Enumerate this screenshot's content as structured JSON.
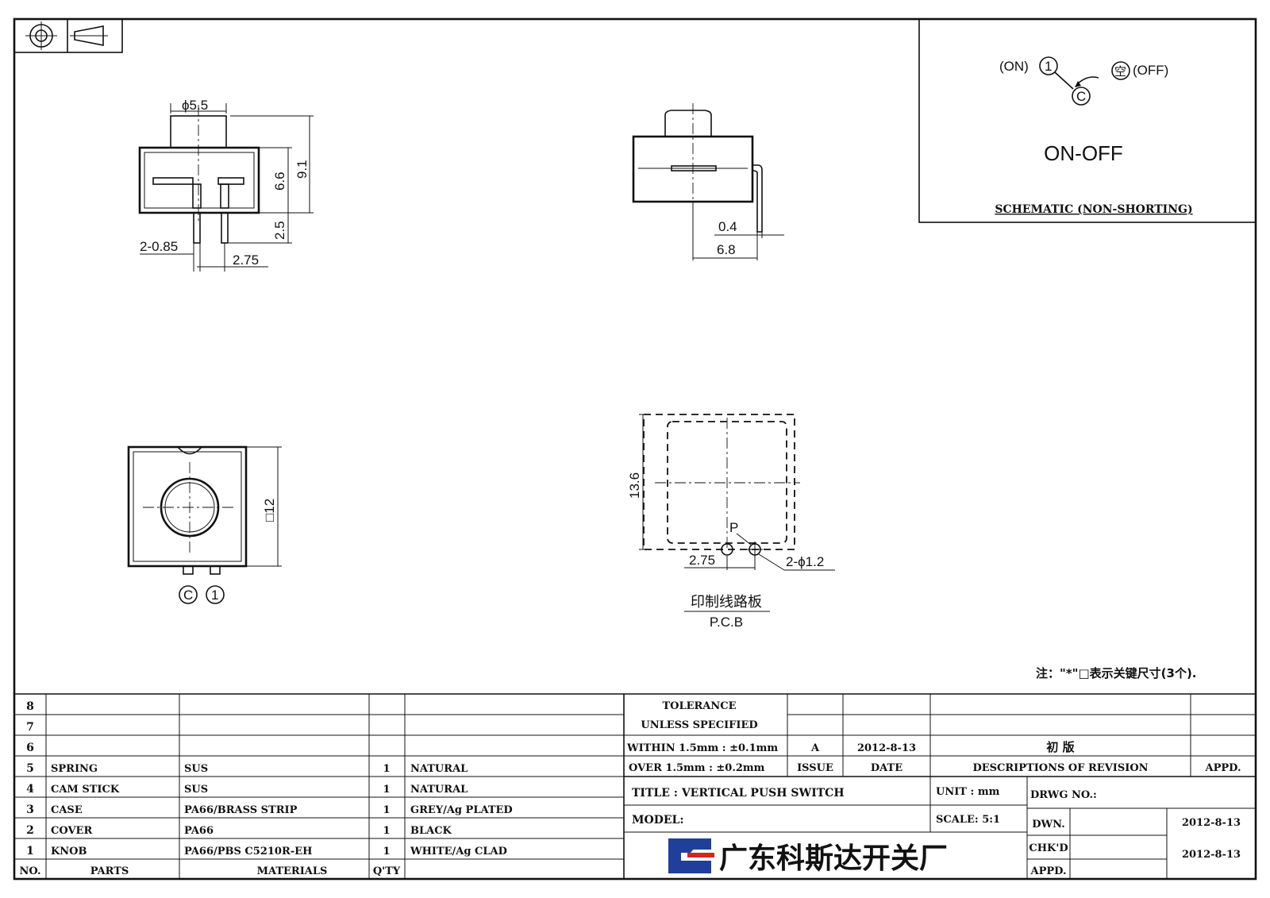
{
  "schematic": {
    "on_label": "(ON)",
    "off_label": "(OFF)",
    "terminal_1": "1",
    "terminal_c": "C",
    "terminal_empty": "空",
    "function": "ON-OFF",
    "caption": "SCHEMATIC (NON-SHORTING)"
  },
  "front_view": {
    "dim_knob": "ϕ5.5",
    "dim_body": "6.6",
    "dim_total": "9.1",
    "dim_pin": "2.5",
    "dim_pin_width": "2-0.85",
    "dim_pitch": "2.75"
  },
  "side_view": {
    "dim_lead": "0.4",
    "dim_depth": "6.8"
  },
  "top_view": {
    "dim_square": "□12",
    "terminal_c": "C",
    "terminal_1": "1"
  },
  "pcb_view": {
    "dim_size": "13.6",
    "dim_pitch": "2.75",
    "dim_hole": "2-ϕ1.2",
    "point": "P",
    "label_cn": "印制线路板",
    "label_en": "P.C.B"
  },
  "note": "注：\"*\"□表示关键尺寸(3个).",
  "bom": {
    "rows": [
      {
        "no": "8",
        "part": "",
        "material": "",
        "qty": "",
        "finish": ""
      },
      {
        "no": "7",
        "part": "",
        "material": "",
        "qty": "",
        "finish": ""
      },
      {
        "no": "6",
        "part": "",
        "material": "",
        "qty": "",
        "finish": ""
      },
      {
        "no": "5",
        "part": "SPRING",
        "material": "SUS",
        "qty": "1",
        "finish": "NATURAL"
      },
      {
        "no": "4",
        "part": "CAM STICK",
        "material": "SUS",
        "qty": "1",
        "finish": "NATURAL"
      },
      {
        "no": "3",
        "part": "CASE",
        "material": "PA66/BRASS STRIP",
        "qty": "1",
        "finish": "GREY/Ag PLATED"
      },
      {
        "no": "2",
        "part": "COVER",
        "material": "PA66",
        "qty": "1",
        "finish": "BLACK"
      },
      {
        "no": "1",
        "part": "KNOB",
        "material": "PA66/PBS C5210R-EH",
        "qty": "1",
        "finish": "WHITE/Ag CLAD"
      }
    ],
    "header": {
      "no": "NO.",
      "parts": "PARTS",
      "materials": "MATERIALS",
      "qty": "Q'TY"
    }
  },
  "tolerance": {
    "line1": "TOLERANCE",
    "line2": "UNLESS  SPECIFIED",
    "line3": "WITHIN 1.5mm : ±0.1mm",
    "line4": "OVER 1.5mm : ±0.2mm"
  },
  "revision": {
    "issue": "A",
    "date": "2012-8-13",
    "description": "初  版",
    "issue_header": "ISSUE",
    "date_header": "DATE",
    "desc_header": "DESCRIPTIONS OF REVISION",
    "appd_header": "APPD."
  },
  "title_block": {
    "title": "TITLE :  VERTICAL PUSH SWITCH",
    "model": "MODEL:",
    "unit": "UNIT :  mm",
    "scale": "SCALE:  5:1",
    "drwg_no": "DRWG NO.:",
    "dwn_label": "DWN.",
    "dwn_date": "2012-8-13",
    "chk_label": "CHK'D",
    "chk_date": "2012-8-13",
    "appd_label": "APPD.",
    "company": "广东科斯达开关厂"
  },
  "colors": {
    "ink": "#111111",
    "logo_blue": "#1f3f9a",
    "logo_red": "#d4261c"
  }
}
